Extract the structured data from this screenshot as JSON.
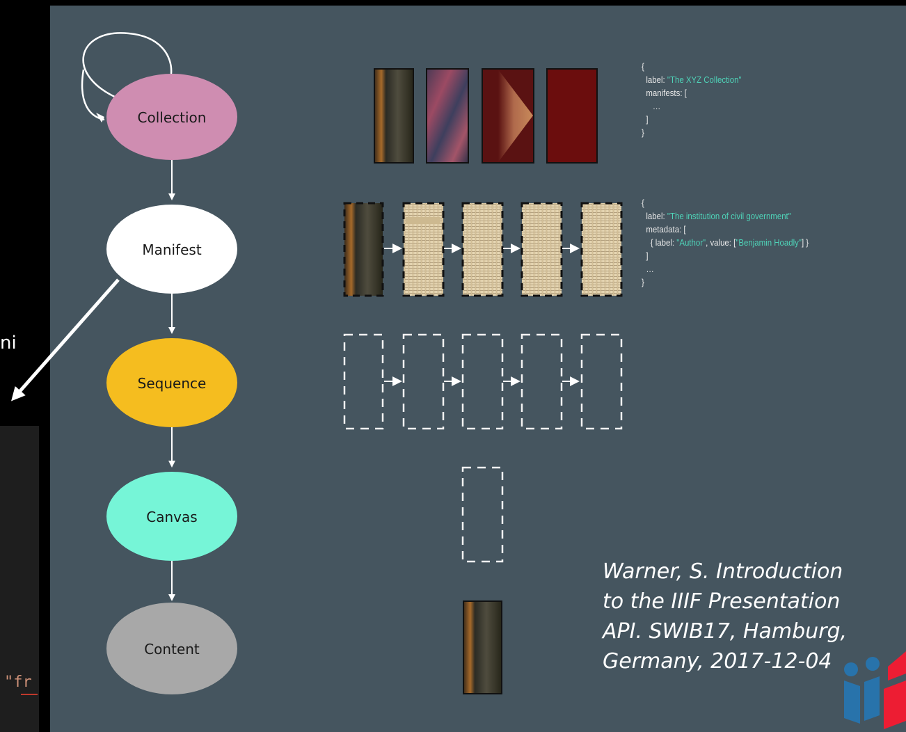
{
  "diagram": {
    "nodes": [
      {
        "id": "collection",
        "label": "Collection",
        "color": "#cf8db1"
      },
      {
        "id": "manifest",
        "label": "Manifest",
        "color": "#ffffff"
      },
      {
        "id": "sequence",
        "label": "Sequence",
        "color": "#f5bd1f"
      },
      {
        "id": "canvas",
        "label": "Canvas",
        "color": "#76f5d7"
      },
      {
        "id": "content",
        "label": "Content",
        "color": "#a8a8a8"
      }
    ]
  },
  "json_examples": {
    "collection": {
      "open": "{",
      "label_key": "label: ",
      "label_value": "\"The XYZ Collection\"",
      "manifests_key": "manifests: [",
      "ellipsis": "…",
      "bracket_close": "]",
      "close": "}"
    },
    "manifest": {
      "open": "{",
      "label_key": "label: ",
      "label_value": "\"The institution of civil government\"",
      "metadata_key": "metadata: [",
      "item_prefix": "{ label: ",
      "item_label": "\"Author\"",
      "item_mid": ", value: [",
      "item_value": "\"Benjamin Hoadly\"",
      "item_suffix": "] }",
      "bracket_close": "]",
      "ellipsis": "…",
      "close": "}"
    }
  },
  "citation": {
    "lines": [
      "Warner, S. Introduction",
      "to the IIIF Presentation",
      "API. SWIB17, Hamburg,",
      "Germany, 2017-12-04"
    ]
  },
  "background_fragments": {
    "partial_text": "ni",
    "code_text": "\"fr"
  },
  "logo": {
    "name": "iiif-logo-icon",
    "colors": [
      "#2873ab",
      "#ed1d33"
    ]
  },
  "colors": {
    "slide_bg": "#45555f",
    "json_string": "#4fd3b8"
  }
}
